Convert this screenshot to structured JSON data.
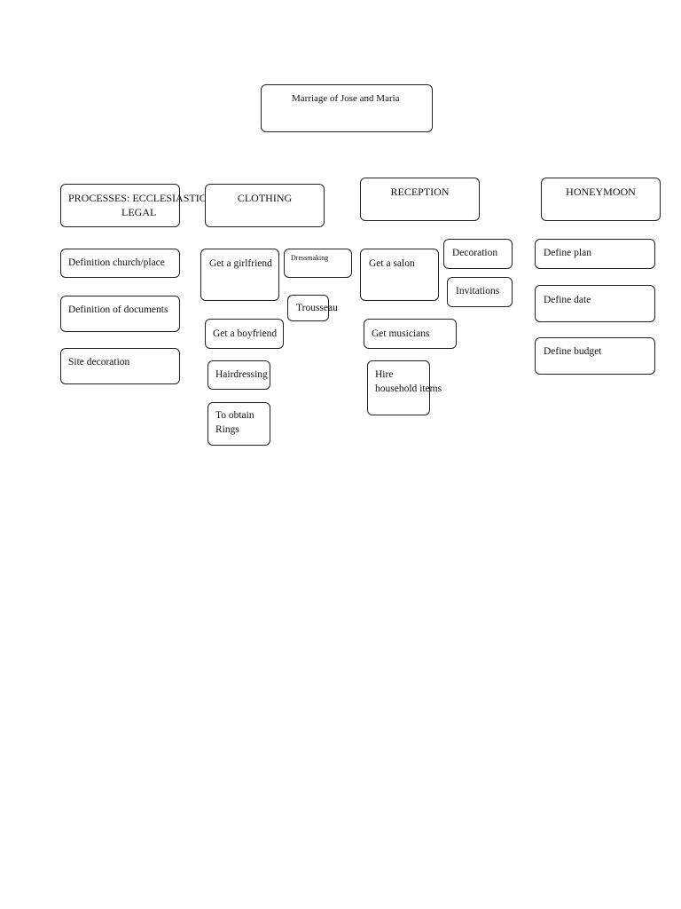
{
  "root": {
    "label": "Marriage of Jose and Maria"
  },
  "columns": [
    {
      "heading": [
        "PROCESSES: ECCLESIASTICAL",
        "LEGAL"
      ],
      "items": [
        [
          "Definition church/place"
        ],
        [
          "Definition of documents"
        ],
        [
          "Site decoration"
        ]
      ]
    },
    {
      "heading": [
        "CLOTHING"
      ],
      "items": [
        [
          "Get a girlfriend"
        ],
        [
          "Dressmaking"
        ],
        [
          "Trousseau"
        ],
        [
          "Get a boyfriend"
        ],
        [
          "Hairdressing"
        ],
        [
          "To obtain",
          "Rings"
        ]
      ]
    },
    {
      "heading": [
        "RECEPTION"
      ],
      "items": [
        [
          "Get a salon"
        ],
        [
          "Decoration"
        ],
        [
          "Invitations"
        ],
        [
          "Get musicians"
        ],
        [
          "Hire",
          "household items"
        ]
      ]
    },
    {
      "heading": [
        "HONEYMOON"
      ],
      "items": [
        [
          "Define plan"
        ],
        [
          "Define date"
        ],
        [
          "Define budget"
        ]
      ]
    }
  ]
}
